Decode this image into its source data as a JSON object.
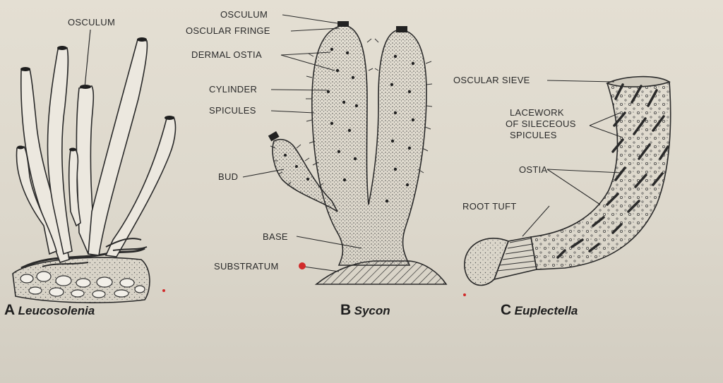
{
  "figure": {
    "panel_a": {
      "letter": "A",
      "name": "Leucosolenia",
      "labels": {
        "osculum": "OSCULUM"
      }
    },
    "panel_b": {
      "letter": "B",
      "name": "Sycon",
      "labels": {
        "osculum": "OSCULUM",
        "oscular_fringe": "OSCULAR FRINGE",
        "dermal_ostia": "DERMAL OSTIA",
        "cylinder": "CYLINDER",
        "spicules": "SPICULES",
        "bud": "BUD",
        "base": "BASE",
        "substratum": "SUBSTRATUM"
      }
    },
    "panel_c": {
      "letter": "C",
      "name": "Euplectella",
      "labels": {
        "oscular_sieve": "OSCULAR SIEVE",
        "lacework_line1": "LACEWORK",
        "lacework_line2": "OF SILECEOUS",
        "lacework_line3": "SPICULES",
        "ostia": "OSTIA",
        "root_tuft": "ROOT TUFT"
      }
    }
  },
  "colors": {
    "paper": "#ddd8cc",
    "ink": "#2a2a2a",
    "red_mark": "#d12a2a"
  }
}
